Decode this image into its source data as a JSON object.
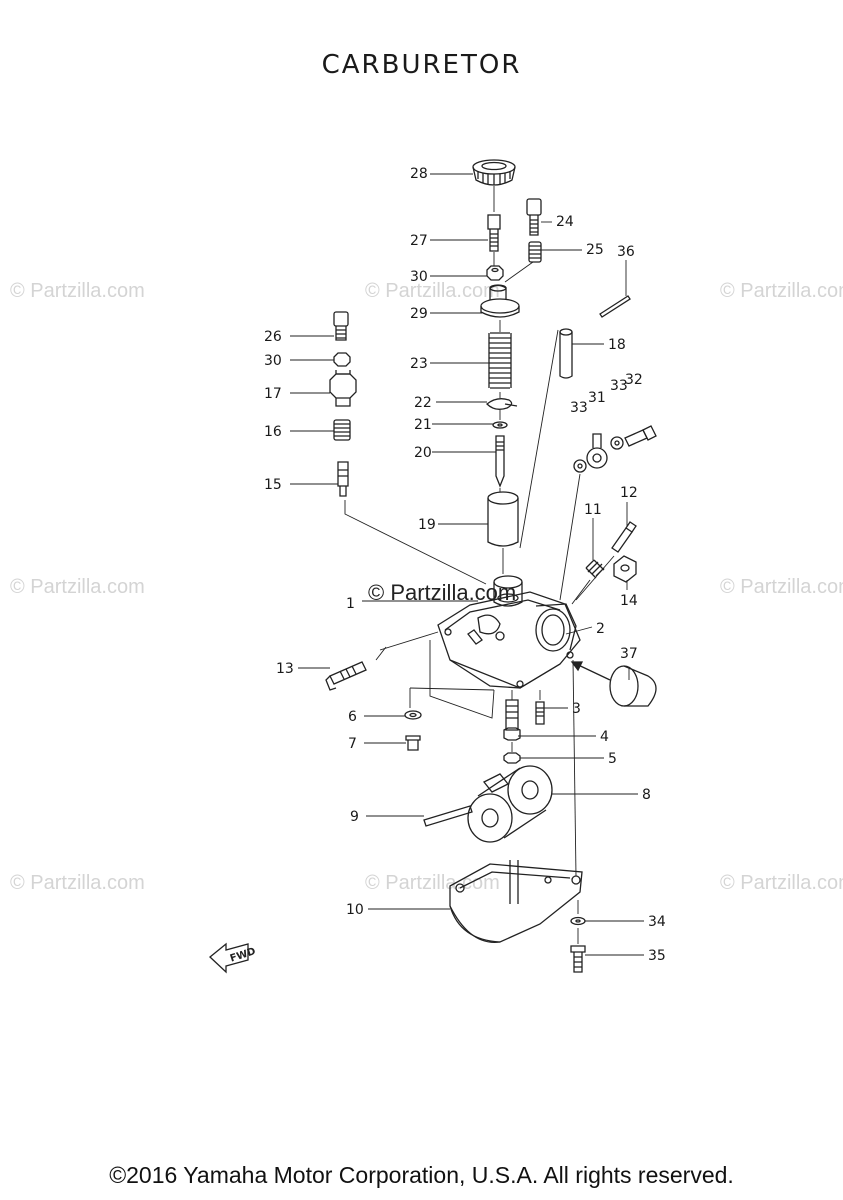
{
  "title": "CARBURETOR",
  "footer": "©2016 Yamaha Motor Corporation, U.S.A. All rights reserved.",
  "watermark": "© Partzilla.com",
  "fwd_label": "FWD",
  "callouts": {
    "c1": "1",
    "c2": "2",
    "c3": "3",
    "c4": "4",
    "c5": "5",
    "c6": "6",
    "c7": "7",
    "c8": "8",
    "c9": "9",
    "c10": "10",
    "c11": "11",
    "c12": "12",
    "c13": "13",
    "c14": "14",
    "c15": "15",
    "c16": "16",
    "c17": "17",
    "c18": "18",
    "c19": "19",
    "c20": "20",
    "c21": "21",
    "c22": "22",
    "c23": "23",
    "c24": "24",
    "c25": "25",
    "c26": "26",
    "c27": "27",
    "c28": "28",
    "c29": "29",
    "c30a": "30",
    "c30b": "30",
    "c31": "31",
    "c32": "32",
    "c33a": "33",
    "c33b": "33",
    "c34": "34",
    "c35": "35",
    "c36": "36",
    "c37": "37"
  }
}
